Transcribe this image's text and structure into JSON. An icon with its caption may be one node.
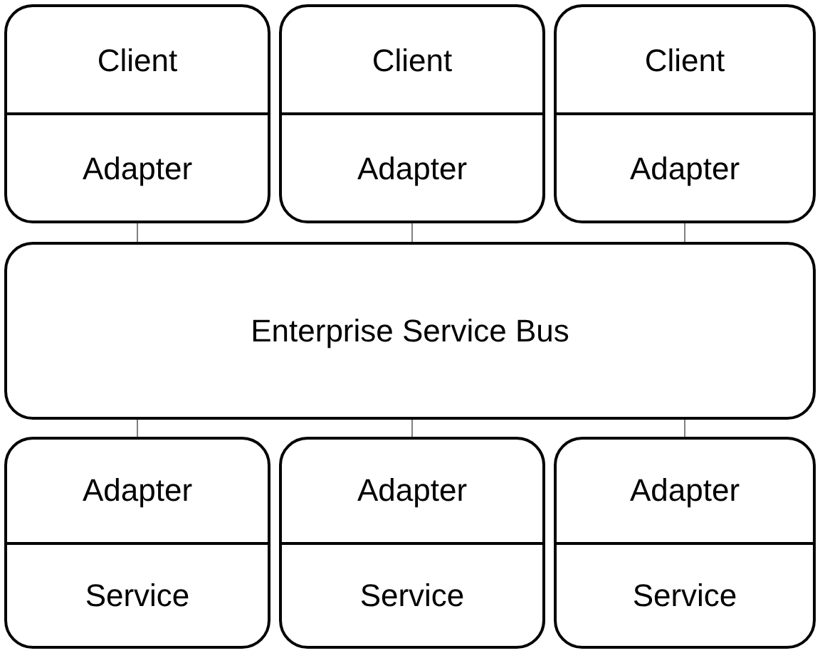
{
  "diagram": {
    "nodes": [
      {
        "text": [
          "Client",
          "Adapter"
        ]
      },
      {
        "text": [
          "Client",
          "Adapter"
        ]
      },
      {
        "text": [
          "Client",
          "Adapter"
        ]
      },
      {
        "text": [
          "Enterprise Service Bus"
        ]
      },
      {
        "text": [
          "Adapter",
          "Service"
        ]
      },
      {
        "text": [
          "Adapter",
          "Service"
        ]
      },
      {
        "text": [
          "Adapter",
          "Service"
        ]
      }
    ],
    "edges": [
      {
        "from": 0,
        "to": 3,
        "arrow": "none"
      },
      {
        "from": 1,
        "to": 3,
        "arrow": "none"
      },
      {
        "from": 2,
        "to": 3,
        "arrow": "none"
      },
      {
        "from": 3,
        "to": 4,
        "arrow": "none"
      },
      {
        "from": 3,
        "to": 5,
        "arrow": "none"
      },
      {
        "from": 3,
        "to": 6,
        "arrow": "none"
      }
    ]
  }
}
